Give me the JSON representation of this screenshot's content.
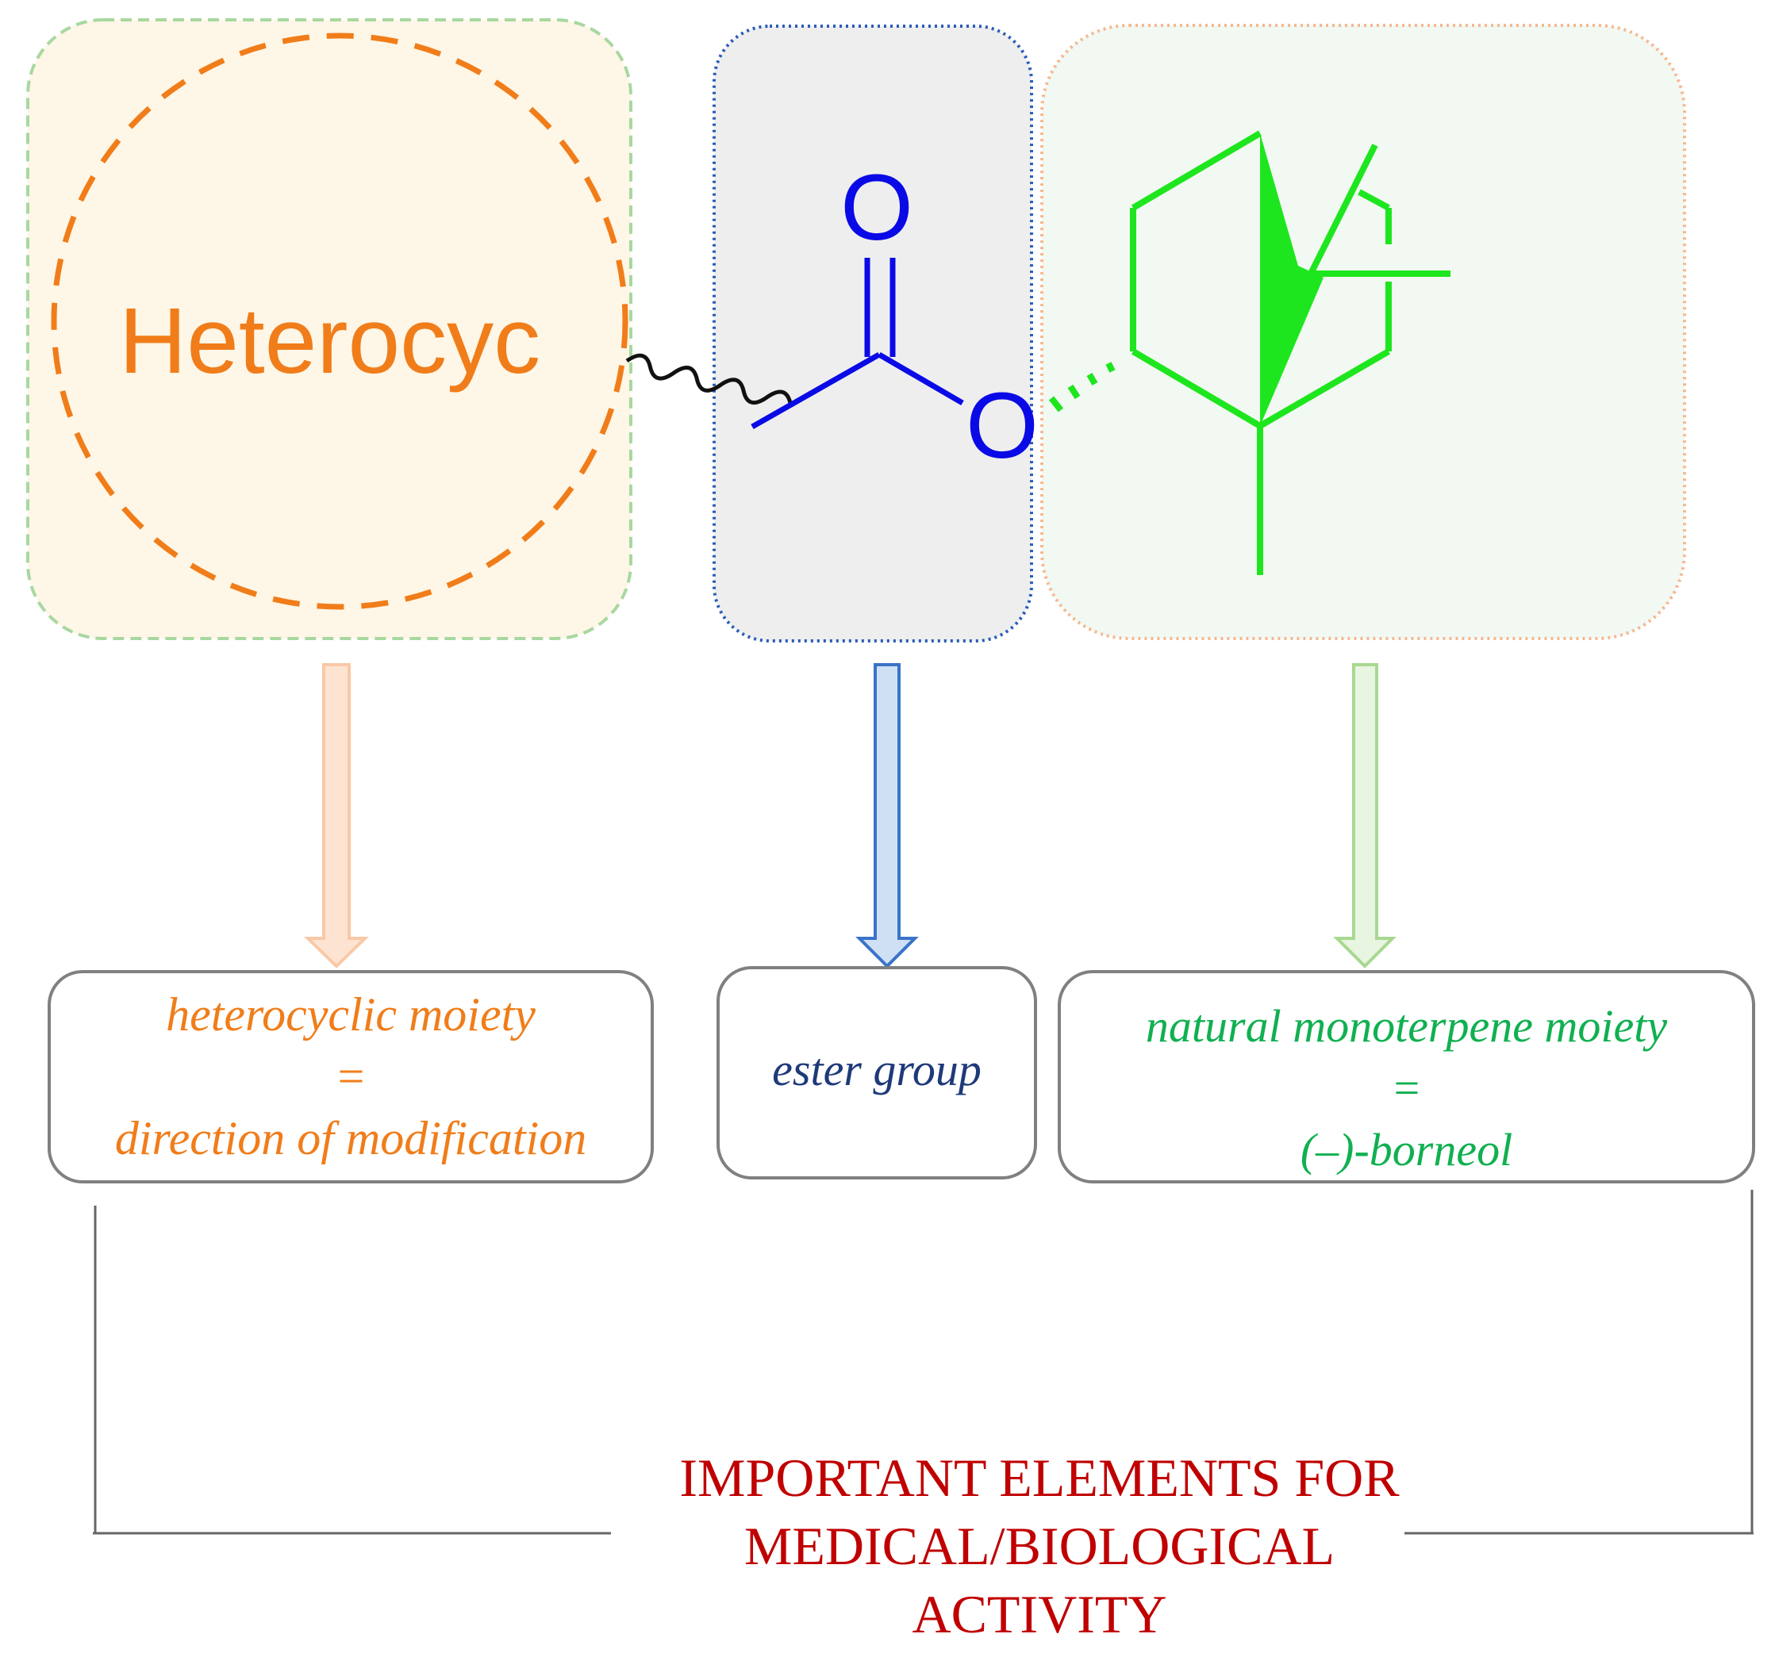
{
  "colors": {
    "orange": "#F07D1A",
    "orange_light": "#F9C8A6",
    "blue": "#0A0AE6",
    "navy": "#1F3A7A",
    "blue_arrow": "#3A73C8",
    "green": "#1EE61E",
    "green_dark": "#10B050",
    "green_arrow": "#A8D890",
    "red": "#C00000",
    "border_gray": "#808080"
  },
  "structure": {
    "heterocycle_label": "Heterocyc",
    "carbonyl_oxygen": "O",
    "ester_oxygen": "O"
  },
  "labels": {
    "heterocyclic": {
      "line1": "heterocyclic moiety",
      "equals": "=",
      "line2": "direction of modification"
    },
    "ester": {
      "line1": "ester group"
    },
    "monoterpene": {
      "line1": "natural monoterpene moiety",
      "equals": "=",
      "line2": "(–)-borneol"
    }
  },
  "summary": {
    "line1": "IMPORTANT ELEMENTS FOR",
    "line2": "MEDICAL/BIOLOGICAL",
    "line3": "ACTIVITY"
  }
}
